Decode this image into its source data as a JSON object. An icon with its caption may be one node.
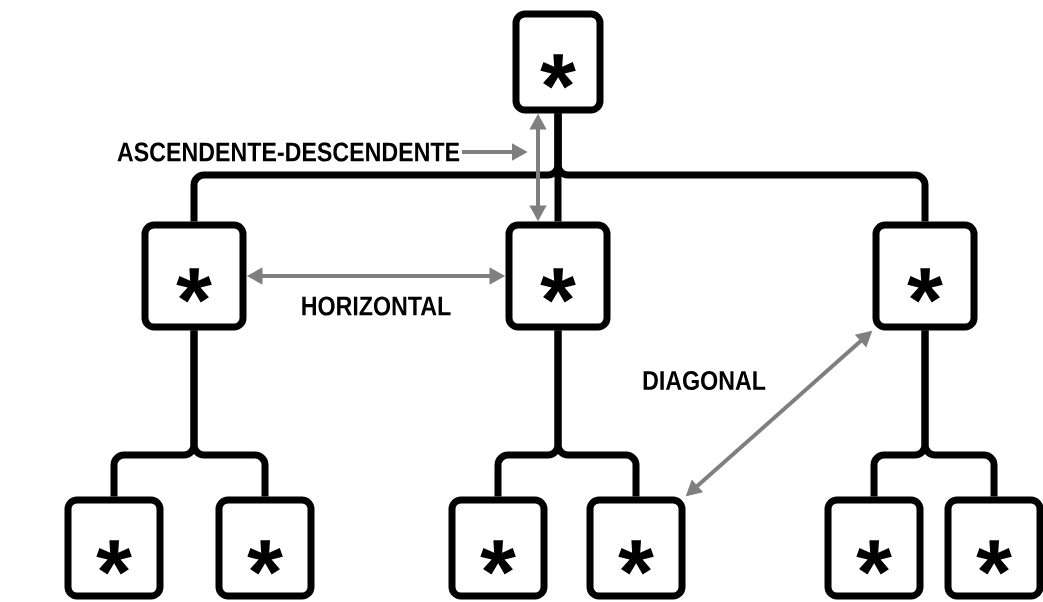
{
  "diagram": {
    "nodes": [
      {
        "text": [
          "*"
        ]
      },
      {
        "text": [
          "*"
        ]
      },
      {
        "text": [
          "*"
        ]
      },
      {
        "text": [
          "*"
        ]
      },
      {
        "text": [
          "*"
        ]
      },
      {
        "text": [
          "*"
        ]
      },
      {
        "text": [
          "*"
        ]
      },
      {
        "text": [
          "*"
        ]
      },
      {
        "text": [
          "*"
        ]
      },
      {
        "text": [
          "*"
        ]
      },
      {
        "text": [
          "ASCENDENTE-DESCENDENTE"
        ]
      }
    ],
    "edges": [
      {
        "from": 0,
        "to": 1,
        "arrow": "none"
      },
      {
        "from": 0,
        "to": 2,
        "arrow": "none"
      },
      {
        "from": 0,
        "to": 3,
        "arrow": "none"
      },
      {
        "from": 1,
        "to": 4,
        "arrow": "none"
      },
      {
        "from": 1,
        "to": 5,
        "arrow": "none"
      },
      {
        "from": 2,
        "to": 6,
        "arrow": "none"
      },
      {
        "from": 2,
        "to": 7,
        "arrow": "none"
      },
      {
        "from": 3,
        "to": 8,
        "arrow": "none"
      },
      {
        "from": 3,
        "to": 9,
        "arrow": "none"
      },
      {
        "from": 0,
        "to": 2,
        "arrow": "both",
        "color": "#7f7f7f"
      },
      {
        "from": 1,
        "to": 2,
        "arrow": "both",
        "label": "HORIZONTAL",
        "color": "#7f7f7f"
      },
      {
        "from": 3,
        "to": 7,
        "arrow": "both",
        "label": "DIAGONAL",
        "color": "#7f7f7f"
      },
      {
        "from": 10,
        "to": null,
        "arrow": "to",
        "color": "#7f7f7f"
      }
    ]
  }
}
